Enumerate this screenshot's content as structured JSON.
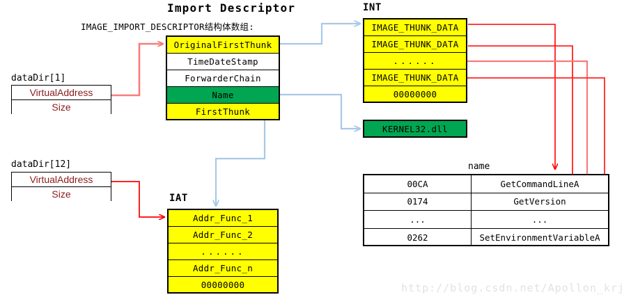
{
  "headings": {
    "import_descriptor_title": "Import Descriptor",
    "struct_array_label": "IMAGE_IMPORT_DESCRIPTOR结构体数组:",
    "int_label": "INT",
    "iat_label": "IAT",
    "name_table_label": "name",
    "datadir1_label": "dataDir[1]",
    "datadir12_label": "dataDir[12]"
  },
  "datadir1": {
    "rows": [
      {
        "text": "VirtualAddress"
      },
      {
        "text": "Size"
      }
    ]
  },
  "datadir12": {
    "rows": [
      {
        "text": "VirtualAddress"
      },
      {
        "text": "Size"
      }
    ]
  },
  "import_descriptor": {
    "rows": [
      {
        "text": "OriginalFirstThunk",
        "color": "#ffff00"
      },
      {
        "text": "TimeDateStamp",
        "color": "#ffffff"
      },
      {
        "text": "ForwarderChain",
        "color": "#ffffff"
      },
      {
        "text": "Name",
        "color": "#00a651"
      },
      {
        "text": "FirstThunk",
        "color": "#ffff00"
      }
    ]
  },
  "int_table": {
    "rows": [
      {
        "text": "IMAGE_THUNK_DATA"
      },
      {
        "text": "IMAGE_THUNK_DATA"
      },
      {
        "text": "......"
      },
      {
        "text": "IMAGE_THUNK_DATA"
      },
      {
        "text": "00000000"
      }
    ]
  },
  "dll_box": {
    "text": "KERNEL32.dll"
  },
  "iat_table": {
    "rows": [
      {
        "text": "Addr_Func_1"
      },
      {
        "text": "Addr_Func_2"
      },
      {
        "text": "......"
      },
      {
        "text": "Addr_Func_n"
      },
      {
        "text": "00000000"
      }
    ]
  },
  "name_table": {
    "rows": [
      {
        "hint": "00CA",
        "name": "GetCommandLineA"
      },
      {
        "hint": "0174",
        "name": "GetVersion"
      },
      {
        "hint": "...",
        "name": "..."
      },
      {
        "hint": "0262",
        "name": "SetEnvironmentVariableA"
      }
    ]
  },
  "watermark": {
    "text": "http://blog.csdn.net/Apollon_krj"
  },
  "colors": {
    "yellow": "#ffff00",
    "green": "#00a651",
    "red_arrow": "#ff0000",
    "red_arrow_light": "#fa7b7b",
    "blue_arrow": "#a8c8e8",
    "dark_red_text": "#8B1A1A",
    "watermark": "#e2e2e2"
  }
}
